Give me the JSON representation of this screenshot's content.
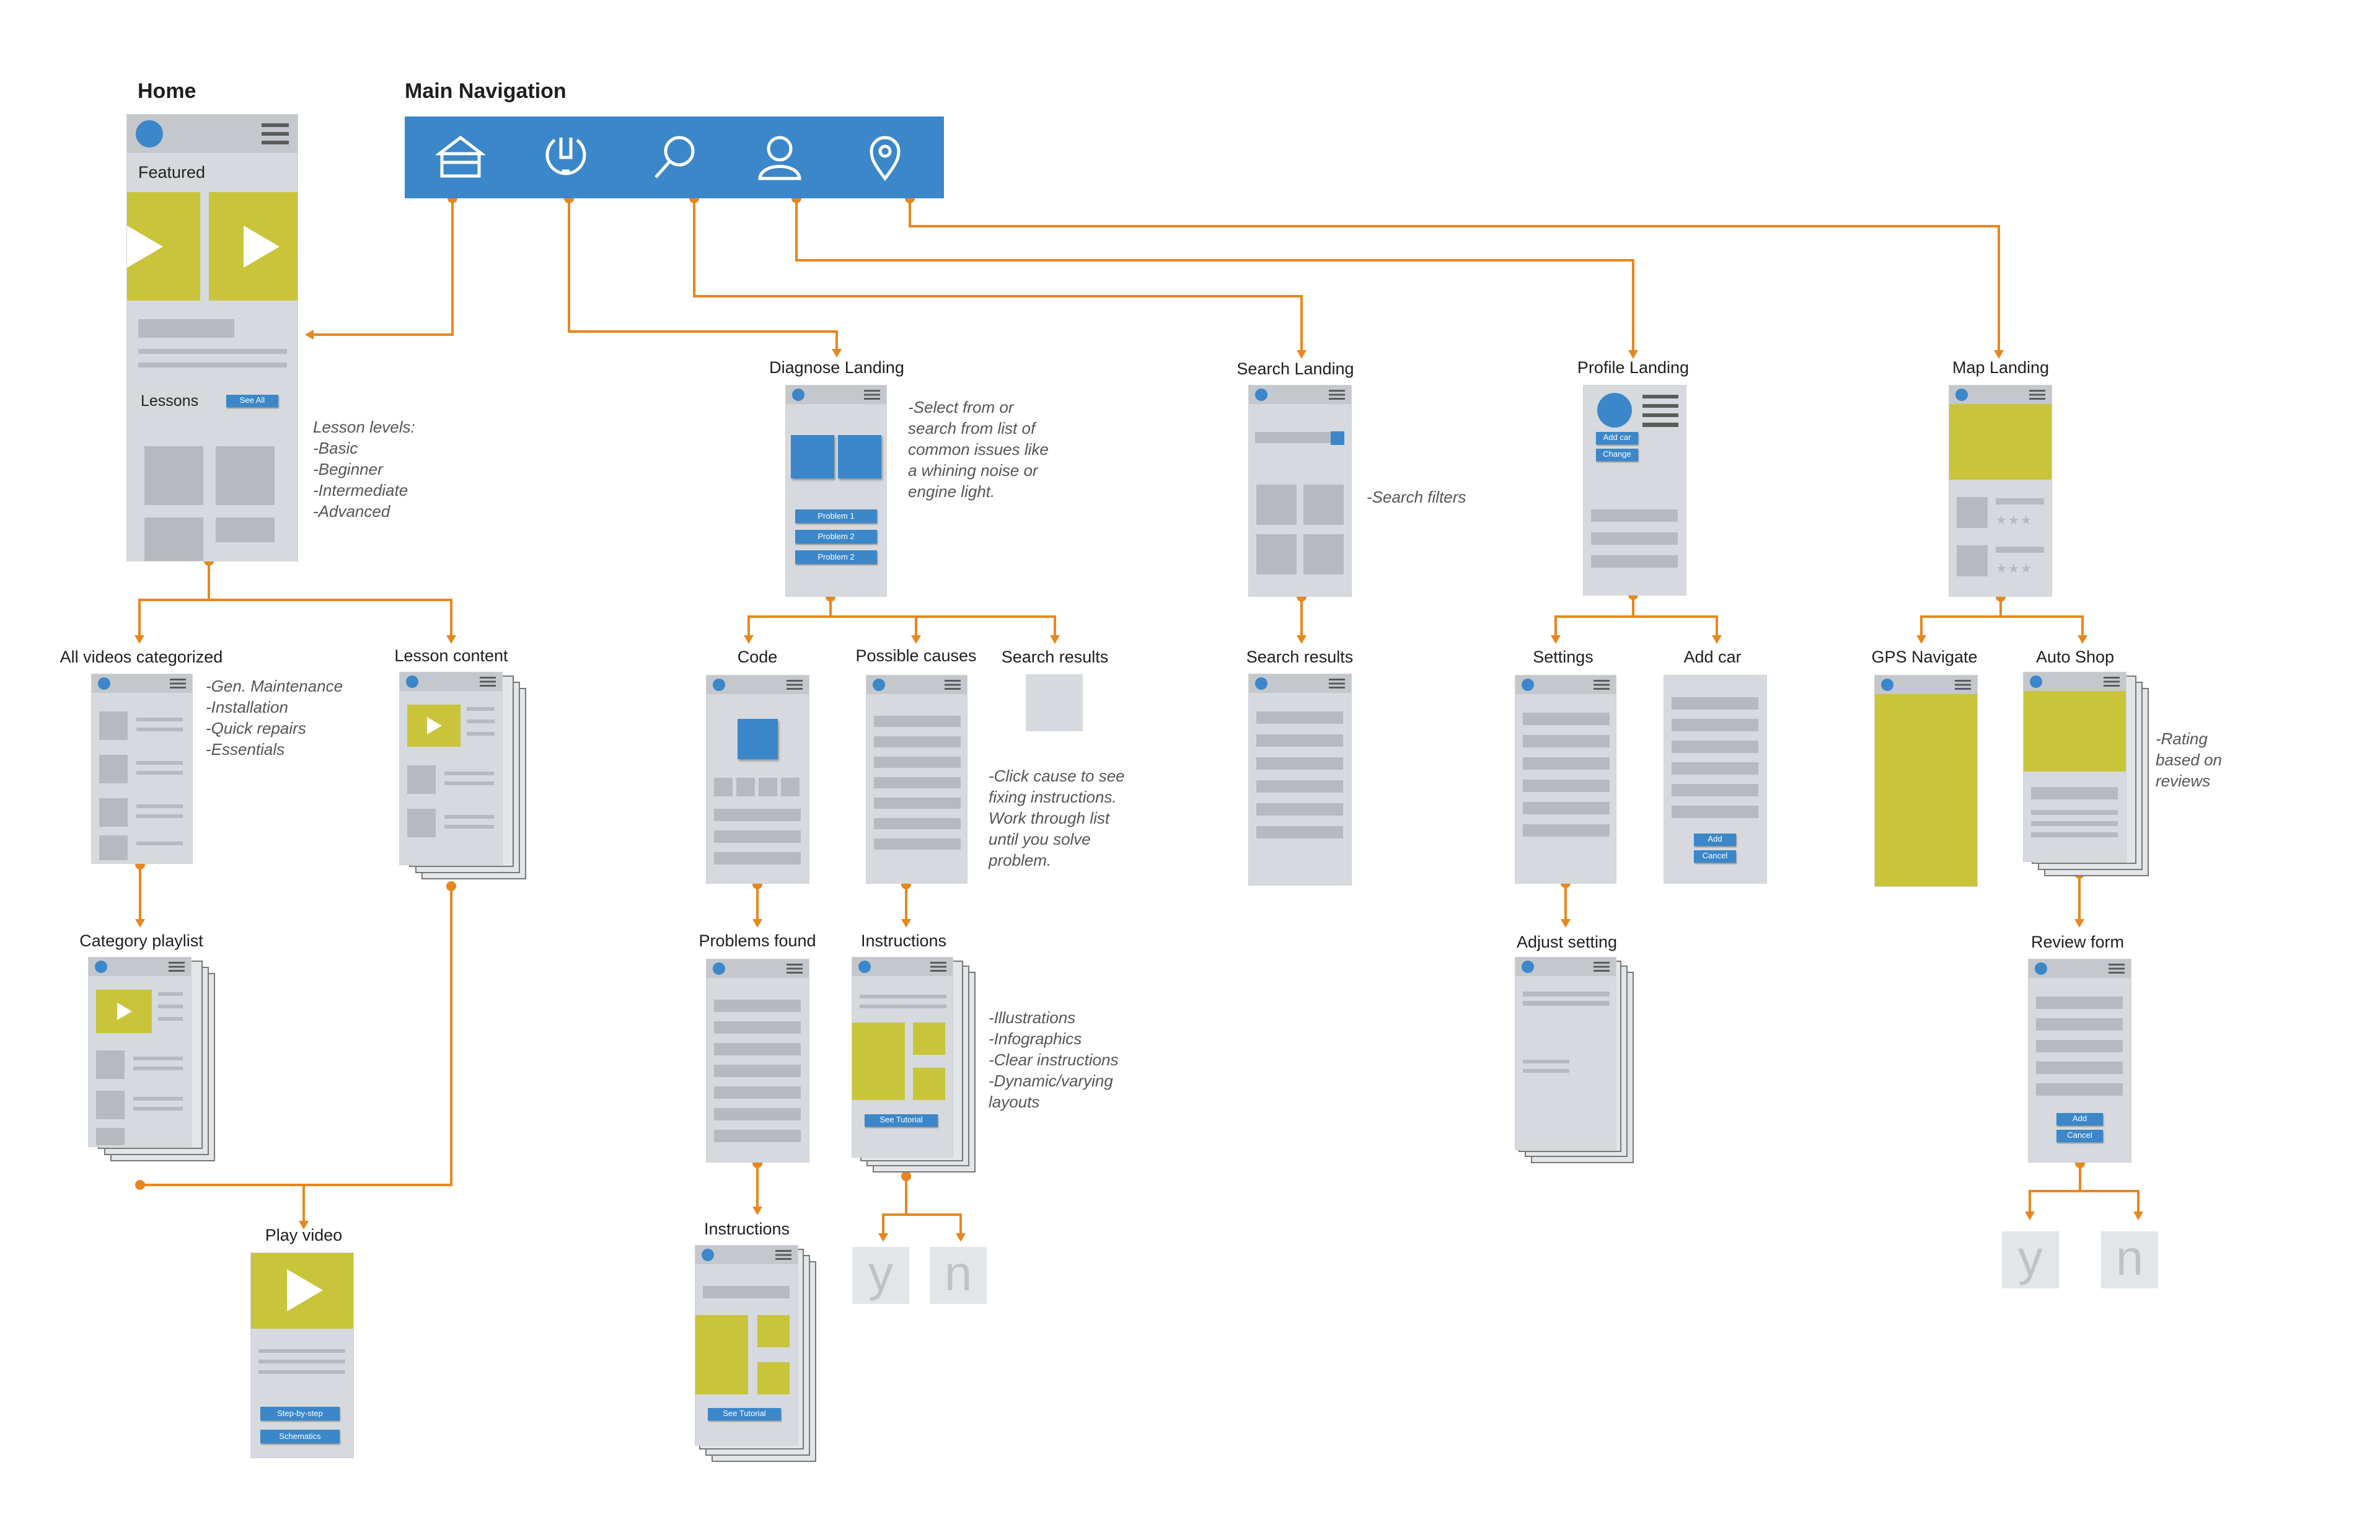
{
  "headings": {
    "home": "Home",
    "main_navigation": "Main Navigation"
  },
  "home": {
    "featured": "Featured",
    "lessons": "Lessons",
    "see_all": "See All",
    "note": [
      "Lesson levels:",
      "-Basic",
      "-Beginner",
      "-Intermediate",
      "-Advanced"
    ]
  },
  "nav_icons": [
    "home-icon",
    "wrench-icon",
    "search-icon",
    "user-icon",
    "map-pin-icon"
  ],
  "screens": {
    "diagnose_landing": "Diagnose Landing",
    "search_landing": "Search Landing",
    "profile_landing": "Profile Landing",
    "map_landing": "Map Landing",
    "all_videos": "All videos categorized",
    "lesson_content": "Lesson content",
    "category_playlist": "Category playlist",
    "play_video": "Play video",
    "code": "Code",
    "possible_causes": "Possible causes",
    "search_results_diag": "Search results",
    "problems_found": "Problems found",
    "instructions": "Instructions",
    "instructions_2": "Instructions",
    "search_results": "Search results",
    "settings": "Settings",
    "add_car": "Add car",
    "adjust_setting": "Adjust setting",
    "gps_navigate": "GPS Navigate",
    "auto_shop": "Auto Shop",
    "review_form": "Review form"
  },
  "buttons": {
    "problem_1": "Problem 1",
    "problem_2a": "Problem 2",
    "problem_2b": "Problem 2",
    "add_car": "Add car",
    "change": "Change",
    "step_by_step": "Step-by-step",
    "schematics": "Schematics",
    "see_tutorial_1": "See Tutorial",
    "see_tutorial_2": "See Tutorial",
    "add": "Add",
    "cancel": "Cancel",
    "add_2": "Add",
    "cancel_2": "Cancel"
  },
  "notes": {
    "diagnose": [
      "-Select from or",
      "search from list of",
      "common issues like",
      "a whining noise or",
      "engine light."
    ],
    "search": [
      "-Search filters"
    ],
    "all_videos": [
      "-Gen. Maintenance",
      "-Installation",
      "-Quick repairs",
      "-Essentials"
    ],
    "possible_causes": [
      "-Click cause to see",
      "fixing instructions.",
      "Work through list",
      "until you solve",
      "problem."
    ],
    "instructions": [
      "-Illustrations",
      "-Infographics",
      "-Clear instructions",
      "-Dynamic/varying",
      "layouts"
    ],
    "auto_shop": [
      "-Rating",
      "based on",
      "reviews"
    ]
  },
  "yes_no": {
    "yes": "y",
    "no": "n"
  },
  "colors": {
    "nav_blue": "#3b87c9",
    "connector": "#e8871e",
    "accent_yellow": "#c9c43a",
    "wire_gray": "#d6dade"
  }
}
